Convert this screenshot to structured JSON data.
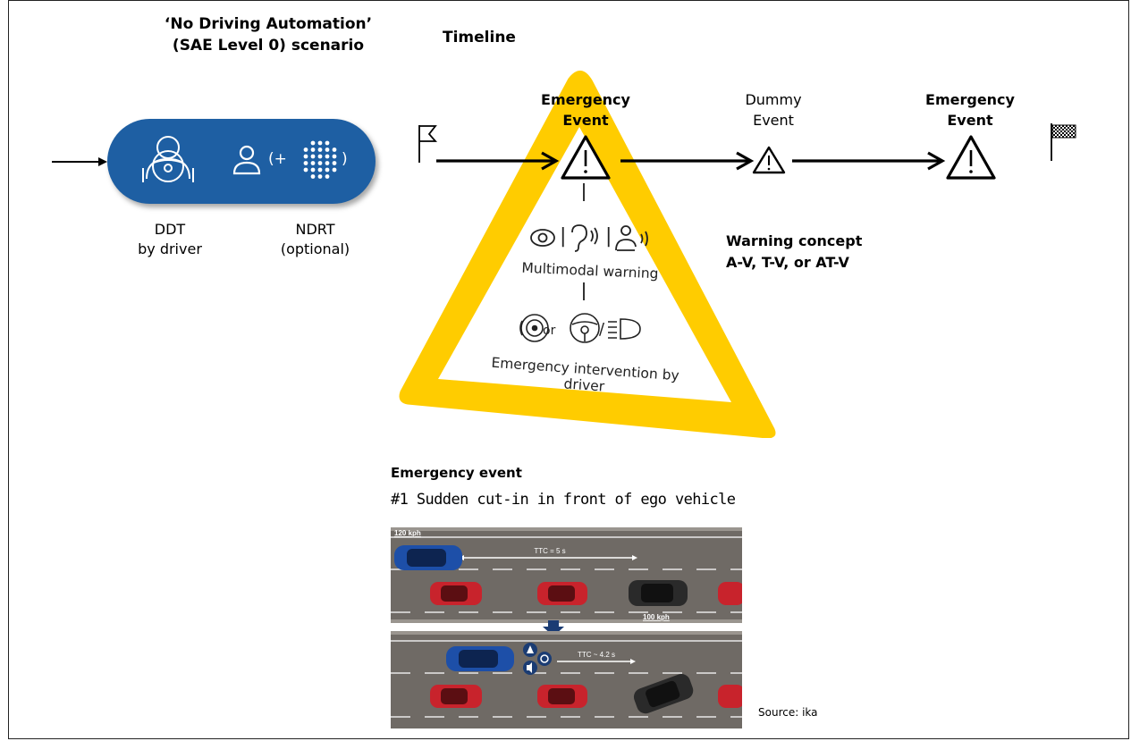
{
  "scenario": {
    "title_line1": "‘No Driving Automation’",
    "title_line2": "(SAE Level 0) scenario",
    "ndrt_prefix": "(+",
    "ndrt_suffix": ")",
    "ddt_line1": "DDT",
    "ddt_line2": "by driver",
    "ndrt_line1": "NDRT",
    "ndrt_line2": "(optional)"
  },
  "timeline": {
    "title": "Timeline",
    "events": [
      {
        "line1": "Emergency",
        "line2": "Event"
      },
      {
        "line1": "Dummy",
        "line2": "Event"
      },
      {
        "line1": "Emergency",
        "line2": "Event"
      }
    ]
  },
  "triangle": {
    "separator1": "|",
    "separator2": "|",
    "or_text": "or",
    "slash": "/",
    "multimodal": "Multimodal warning",
    "intervention": "Emergency intervention by driver"
  },
  "warning_concept": {
    "line1": "Warning concept",
    "line2": "A-V, T-V, or AT-V"
  },
  "emergency_event": {
    "header": "Emergency event",
    "description": "#1 Sudden cut-in in front of ego vehicle",
    "speed_ego": "120 kph",
    "ttc1": "TTC = 5 s",
    "speed_lead": "100 kph",
    "ttc2": "TTC ~ 4.2 s",
    "source": "Source: ika"
  },
  "colors": {
    "pill_blue": "#1e5fa3",
    "triangle_yellow": "#ffcc00",
    "road_gray": "#6f6a65",
    "car_blue": "#1d4fa8",
    "car_red": "#c8232c",
    "car_black": "#2a2a2a"
  }
}
